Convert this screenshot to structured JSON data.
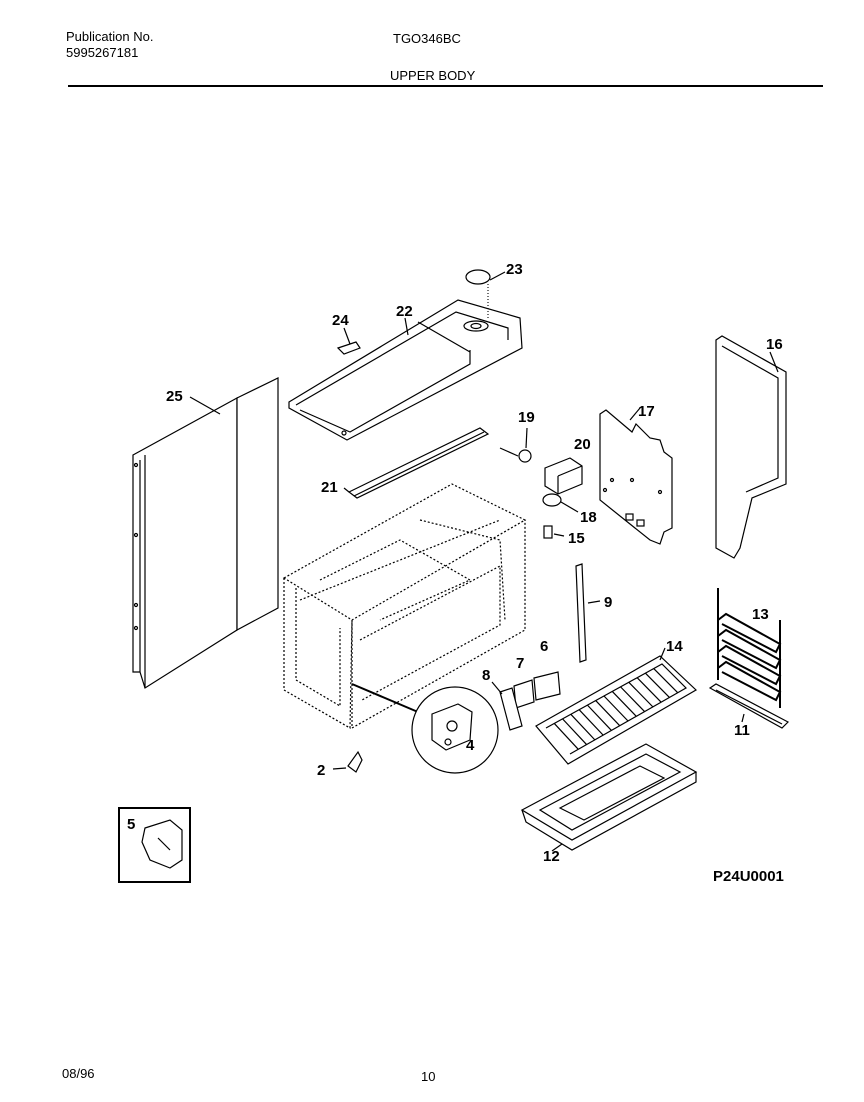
{
  "header": {
    "publication_label": "Publication No.",
    "publication_number": "5995267181",
    "model": "TGO346BC",
    "section_title": "UPPER BODY"
  },
  "diagram": {
    "callouts": [
      "2",
      "4",
      "5",
      "6",
      "7",
      "8",
      "9",
      "11",
      "12",
      "13",
      "14",
      "15",
      "16",
      "17",
      "18",
      "19",
      "20",
      "21",
      "22",
      "23",
      "24",
      "25"
    ],
    "figure_code": "P24U0001"
  },
  "footer": {
    "date": "08/96",
    "page_number": "10"
  }
}
